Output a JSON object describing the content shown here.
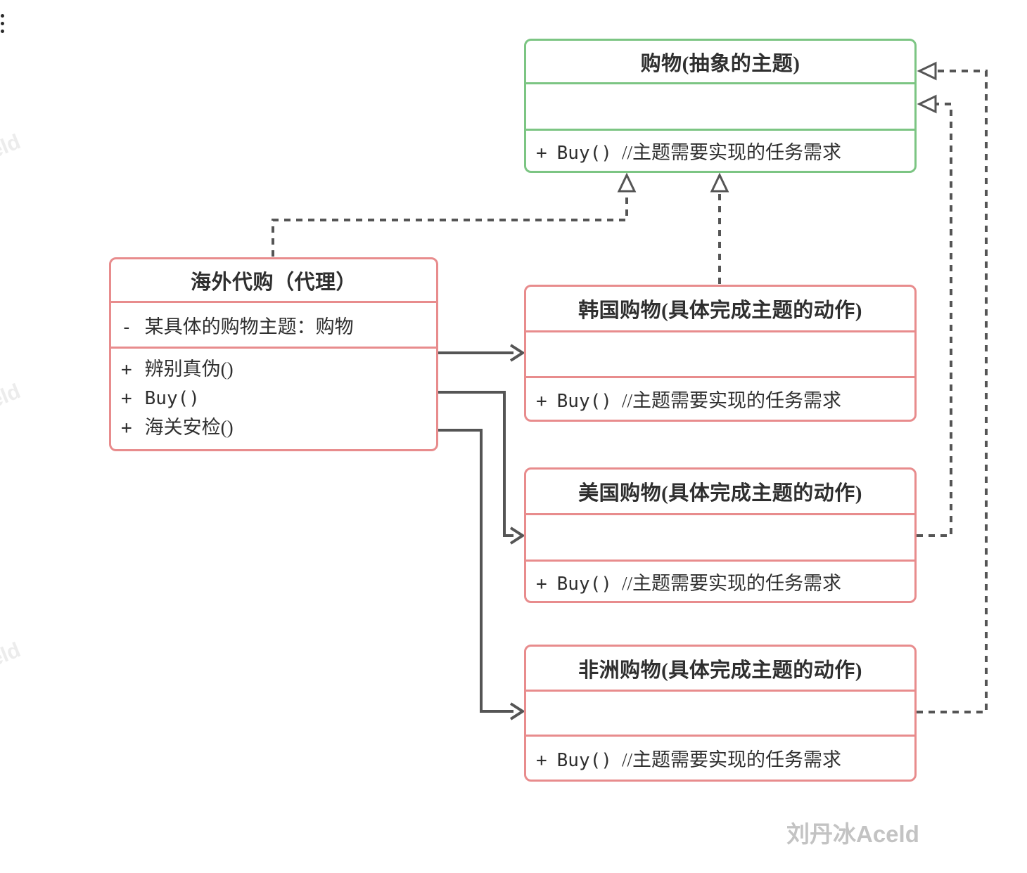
{
  "colors": {
    "abstract_border": "#7CC583",
    "concrete_border": "#E88C8D",
    "edge": "#555555",
    "text": "#2f2f2f",
    "watermark": "#c3c3c3"
  },
  "classes": {
    "abstract": {
      "title": "购物(抽象的主题)",
      "method": {
        "marker": "+",
        "code": "Buy()",
        "comment": "//主题需要实现的任务需求"
      }
    },
    "proxy": {
      "title": "海外代购（代理）",
      "attribute": {
        "marker": "-",
        "text": "某具体的购物主题：购物"
      },
      "methods": [
        {
          "marker": "+",
          "text": "辨别真伪()"
        },
        {
          "marker": "+",
          "text": "Buy()"
        },
        {
          "marker": "+",
          "text": "海关安检()"
        }
      ]
    },
    "korea": {
      "title": "韩国购物(具体完成主题的动作)",
      "method": {
        "marker": "+",
        "code": "Buy()",
        "comment": "//主题需要实现的任务需求"
      }
    },
    "usa": {
      "title": "美国购物(具体完成主题的动作)",
      "method": {
        "marker": "+",
        "code": "Buy()",
        "comment": "//主题需要实现的任务需求"
      }
    },
    "africa": {
      "title": "非洲购物(具体完成主题的动作)",
      "method": {
        "marker": "+",
        "code": "Buy()",
        "comment": "//主题需要实现的任务需求"
      }
    }
  },
  "relations": [
    {
      "from": "proxy",
      "to": "abstract",
      "type": "realization-dashed-triangle"
    },
    {
      "from": "korea",
      "to": "abstract",
      "type": "realization-dashed-triangle"
    },
    {
      "from": "usa",
      "to": "abstract",
      "type": "realization-dashed-triangle"
    },
    {
      "from": "africa",
      "to": "abstract",
      "type": "realization-dashed-triangle"
    },
    {
      "from": "proxy",
      "to": "korea",
      "type": "association-solid-arrow"
    },
    {
      "from": "proxy",
      "to": "usa",
      "type": "association-solid-arrow"
    },
    {
      "from": "proxy",
      "to": "africa",
      "type": "association-solid-arrow"
    }
  ],
  "watermarks": {
    "bottom": "刘丹冰Aceld",
    "side": "eld"
  }
}
